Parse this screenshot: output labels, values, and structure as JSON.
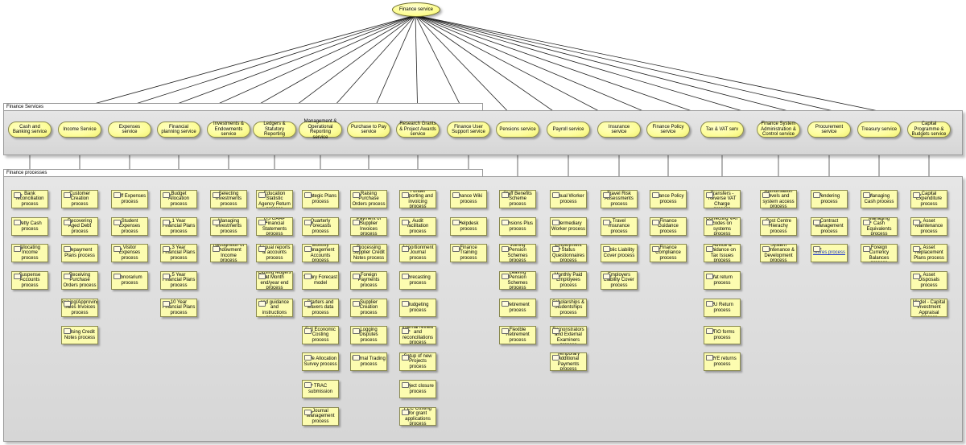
{
  "root": "Finance service",
  "groups": {
    "services": "Finance Services",
    "processes": "Finance processes"
  },
  "services": [
    "Cash and Banking service",
    "Income Service",
    "Expenses service",
    "Financial planning service",
    "Investments & Endowments service",
    "Ledgers & Statutory Reporting",
    "Management & Operational Reporting service",
    "Purchase to Pay service",
    "Research Grants & Project Awards service",
    "Finance User Support service",
    "Pensions service",
    "Payroll service",
    "Insurance service",
    "Finance Policy service",
    "Tax & VAT serv",
    "Finance System Administration & Control service",
    "Procurement service",
    "Treasury service",
    "Capital Programme & Budgets service"
  ],
  "processes": [
    [
      "Bank reconciliation process",
      "Petty Cash process",
      "Allocating Income process",
      "Suspense Accounts process"
    ],
    [
      "Customer Creation process",
      "Recovering Aged Debt process",
      "Repayment Plans process",
      "Receiving Purchase Orders process",
      "Raising/Approving Sales Invoices process",
      "Raising Credit Notes process"
    ],
    [
      "Staff Expenses process",
      "Student Expenses process",
      "Visitor Expenses process",
      "Honorarium process"
    ],
    [
      "Budget Allocation process",
      "1 Year Financial Plans process",
      "3 Year Financial Plans process",
      "5 Year Financial Plans process",
      "10 Year Financial Plans process"
    ],
    [
      "Selecting Investments process",
      "Managing Investments process",
      "Recognition of Endowment Income process"
    ],
    [
      "Higher Education Statistic Agency Return process",
      "US GAAP Financial Statements process",
      "Annual reports & accounts process",
      "Closing ledgers at Month end/year end process",
      "Financial year end guidance and instructions process"
    ],
    [
      "Strategic Plans process",
      "Quarterly Forecasts process",
      "Monthly Management Accounts process",
      "Salary Forecast model",
      "Starters and leavers data process",
      "Full Economic Costing process",
      "Time Allocation Survey process",
      "TRAC submission",
      "Journal Management process"
    ],
    [
      "Raising Purchase Orders process",
      "Payment of Supplier Invoices process",
      "Processing Supplier Credit Notes process",
      "Foreign Payments process",
      "Supplier Creation process",
      "Logging Disputes process",
      "Internal Trading process"
    ],
    [
      "Funder Reporting and invoicing process",
      "Audit facilitation process",
      "Apportionment Journal process",
      "Forecasting process",
      "Budgeting process",
      "Internal review and reconciliations process",
      "Setup of new Projects process",
      "Project closure process",
      "FEC Costing for grant applications process"
    ],
    [
      "Finance Wiki process",
      "Helpdesk process",
      "Finance Training process"
    ],
    [
      "Staff Benefits Scheme process",
      "Pensions Plus process",
      "Joining Pension Schemes process",
      "Leaving Pension Schemes process",
      "Retirement process",
      "Flexible Retirement process"
    ],
    [
      "Casual Worker process",
      "Intermediary Worker process",
      "Employment Status Questionnaires process",
      "Monthly Paid Employees process",
      "Scholarships & Studentships process",
      "Tutors' Demonstrators and External Examiners process",
      "Temporary Additional Payments process"
    ],
    [
      "Travel Risk Assessments process",
      "Travel Insurance process",
      "Public Liability Cover process",
      "Employers Liability Cover process"
    ],
    [
      "Finance Policy process",
      "Finance Guidance process",
      "Finance Compliance process"
    ],
    [
      "Internal Transfers - Reverse VAT Charge process",
      "Correcting VAT codes on systems process",
      "Advice & Guidance on Tax Issues process",
      "Vat return process",
      "EU Return process",
      "RTIO forms process",
      "PAYE returns process"
    ],
    [
      "Authorisation levels and system access process",
      "Cost Centre Hierachy process",
      "System Maintenance & Development process"
    ],
    [
      "Tendering process",
      "Contract Management process",
      "Stores process"
    ],
    [
      "Managing Cash process",
      "Managing Cash Equivalents process",
      "Managing Foreign Currency Balances process"
    ],
    [
      "Capital Expenditure process",
      "Asset Maintenance process",
      "Asset Replacement Plans process",
      "Asset Disposals process",
      "Financial Model - Capital Investment Appraisal process"
    ]
  ],
  "link_process": "Stores process"
}
